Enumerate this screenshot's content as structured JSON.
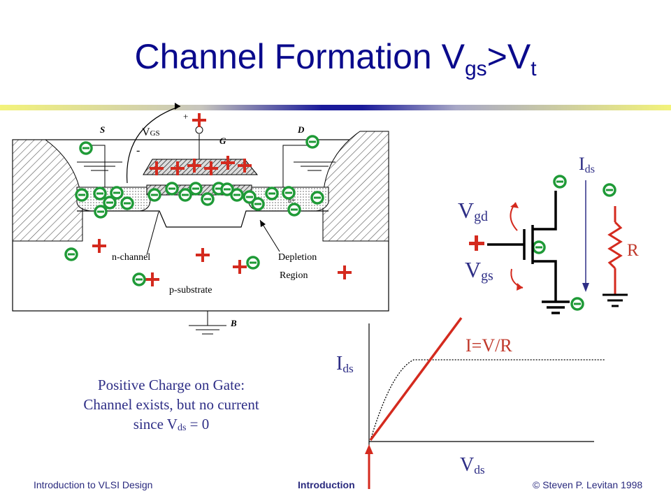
{
  "title": {
    "main": "Channel Formation V",
    "sub1": "gs",
    "mid": ">V",
    "sub2": "t"
  },
  "device": {
    "source": "S",
    "gate": "G",
    "drain": "D",
    "body": "B",
    "vgs_label": "V",
    "vgs_sub": "GS",
    "plus": "+",
    "minus": "-",
    "n_label": "n+",
    "channel_label": "n-channel",
    "depletion_line1": "Depletion",
    "depletion_line2": "Region",
    "substrate_label": "p-substrate"
  },
  "circuit": {
    "vgd": "V",
    "vgd_sub": "gd",
    "vgs": "V",
    "vgs_sub": "gs",
    "ids": "I",
    "ids_sub": "ds",
    "r": "R"
  },
  "graph": {
    "line_label": "I=V/R",
    "ylabel": "I",
    "ylabel_sub": "ds",
    "xlabel": "V",
    "xlabel_sub": "ds"
  },
  "caption": {
    "line1": "Positive Charge on Gate:",
    "line2": "Channel exists, but no current",
    "line3_prefix": "since V",
    "line3_sub": "ds",
    "line3_suffix": " = 0"
  },
  "footer": {
    "left": "Introduction to VLSI Design",
    "center": "Introduction",
    "right": "© Steven P. Levitan 1998"
  },
  "colors": {
    "title": "#0a0a8c",
    "text": "#2e2e86",
    "plus": "#d42a1e",
    "minus": "#1f9a37",
    "red_line": "#d42a1e"
  }
}
